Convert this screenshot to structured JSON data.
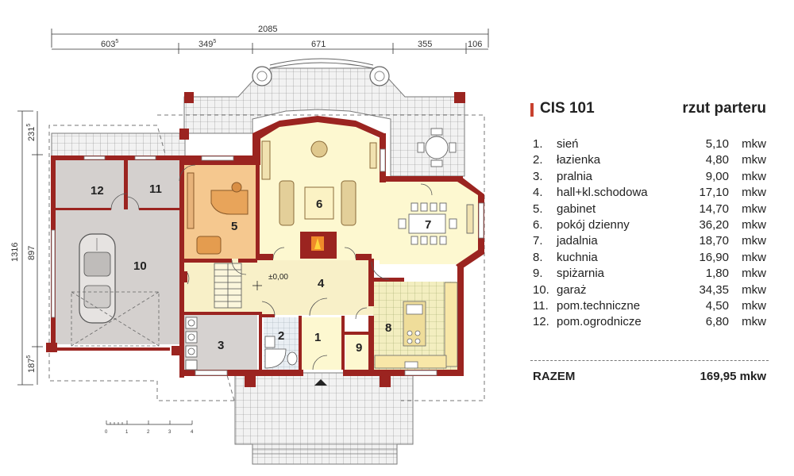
{
  "header": {
    "project": "CIS 101",
    "view": "rzut parteru",
    "accent_color": "#c8402e"
  },
  "rooms": [
    {
      "no": "1.",
      "name": "sień",
      "area": "5,10",
      "unit": "mkw"
    },
    {
      "no": "2.",
      "name": "łazienka",
      "area": "4,80",
      "unit": "mkw"
    },
    {
      "no": "3.",
      "name": "pralnia",
      "area": "9,00",
      "unit": "mkw"
    },
    {
      "no": "4.",
      "name": "hall+kl.schodowa",
      "area": "17,10",
      "unit": "mkw"
    },
    {
      "no": "5.",
      "name": "gabinet",
      "area": "14,70",
      "unit": "mkw"
    },
    {
      "no": "6.",
      "name": "pokój dzienny",
      "area": "36,20",
      "unit": "mkw"
    },
    {
      "no": "7.",
      "name": "jadalnia",
      "area": "18,70",
      "unit": "mkw"
    },
    {
      "no": "8.",
      "name": "kuchnia",
      "area": "16,90",
      "unit": "mkw"
    },
    {
      "no": "9.",
      "name": "spiżarnia",
      "area": "1,80",
      "unit": "mkw"
    },
    {
      "no": "10.",
      "name": "garaż",
      "area": "34,35",
      "unit": "mkw"
    },
    {
      "no": "11.",
      "name": "pom.techniczne",
      "area": "4,50",
      "unit": "mkw"
    },
    {
      "no": "12.",
      "name": "pom.ogrodnicze",
      "area": "6,80",
      "unit": "mkw"
    }
  ],
  "total": {
    "label": "RAZEM",
    "value": "169,95 mkw"
  },
  "dimensions": {
    "overall": "2085",
    "seg1": "603",
    "seg1_sup": "5",
    "seg2": "349",
    "seg2_sup": "5",
    "seg3": "671",
    "seg4": "355",
    "seg5": "106",
    "left_total": "1316",
    "left_top": "231",
    "left_top_sup": "5",
    "left_mid": "897",
    "left_bot": "187",
    "left_bot_sup": "5"
  },
  "plan_labels": {
    "r1": "1",
    "r2": "2",
    "r3": "3",
    "r4": "4",
    "r5": "5",
    "r6": "6",
    "r7": "7",
    "r8": "8",
    "r9": "9",
    "r10": "10",
    "r11": "11",
    "r12": "12",
    "level": "±0,00"
  },
  "scale_bar": {
    "ticks": [
      "0",
      "1",
      "2",
      "3",
      "4"
    ]
  },
  "colors": {
    "wall": "#9b2420",
    "living": "#fdf8d0",
    "office": "#f5c88f",
    "garage": "#d4d0ce",
    "hall": "#f8f0c8",
    "terrace": "#eeeeee",
    "kitchen_floor": "#f3eec0"
  }
}
